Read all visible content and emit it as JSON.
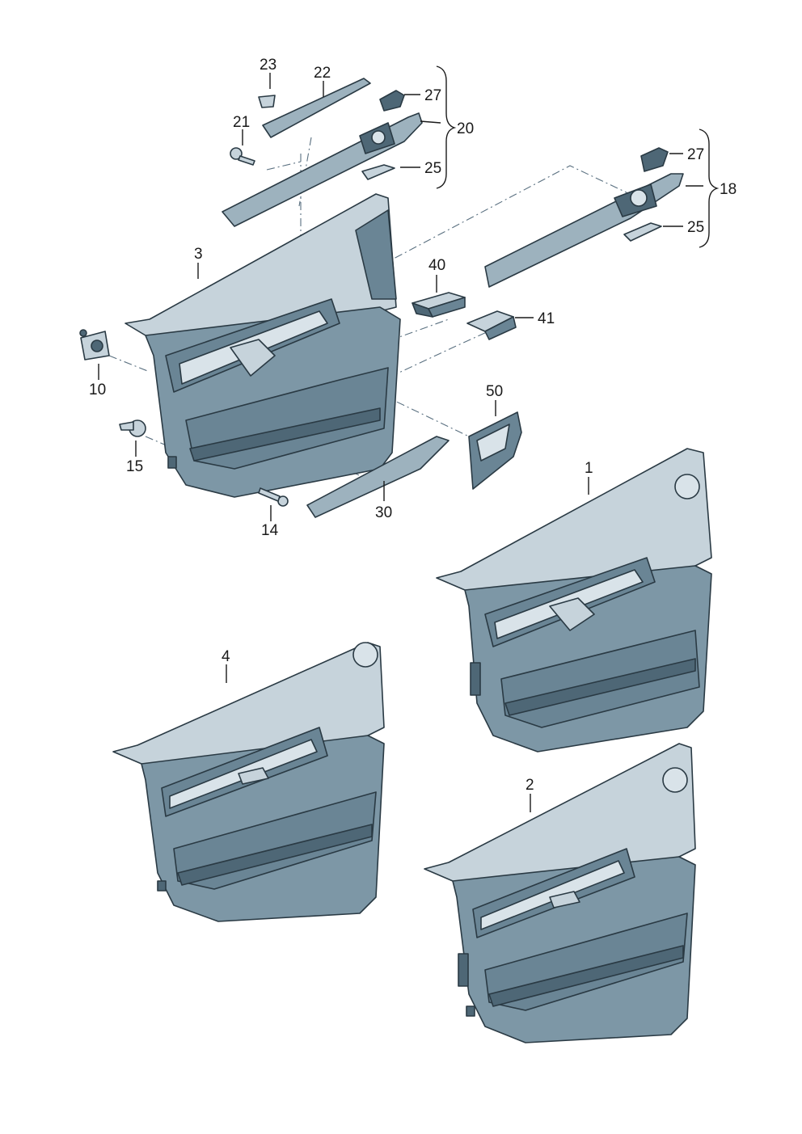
{
  "labels": {
    "p1": "1",
    "p2": "2",
    "p3": "3",
    "p4": "4",
    "p10": "10",
    "p14": "14",
    "p15": "15",
    "p18": "18",
    "p20": "20",
    "p21": "21",
    "p22": "22",
    "p23": "23",
    "p25a": "25",
    "p25b": "25",
    "p27a": "27",
    "p27b": "27",
    "p30": "30",
    "p40": "40",
    "p41": "41",
    "p50": "50"
  },
  "colors": {
    "panel": "#7d97a6",
    "panel_highlight": "#c6d3db",
    "panel_shadow": "#4e6776",
    "line": "#1a1a1a"
  }
}
